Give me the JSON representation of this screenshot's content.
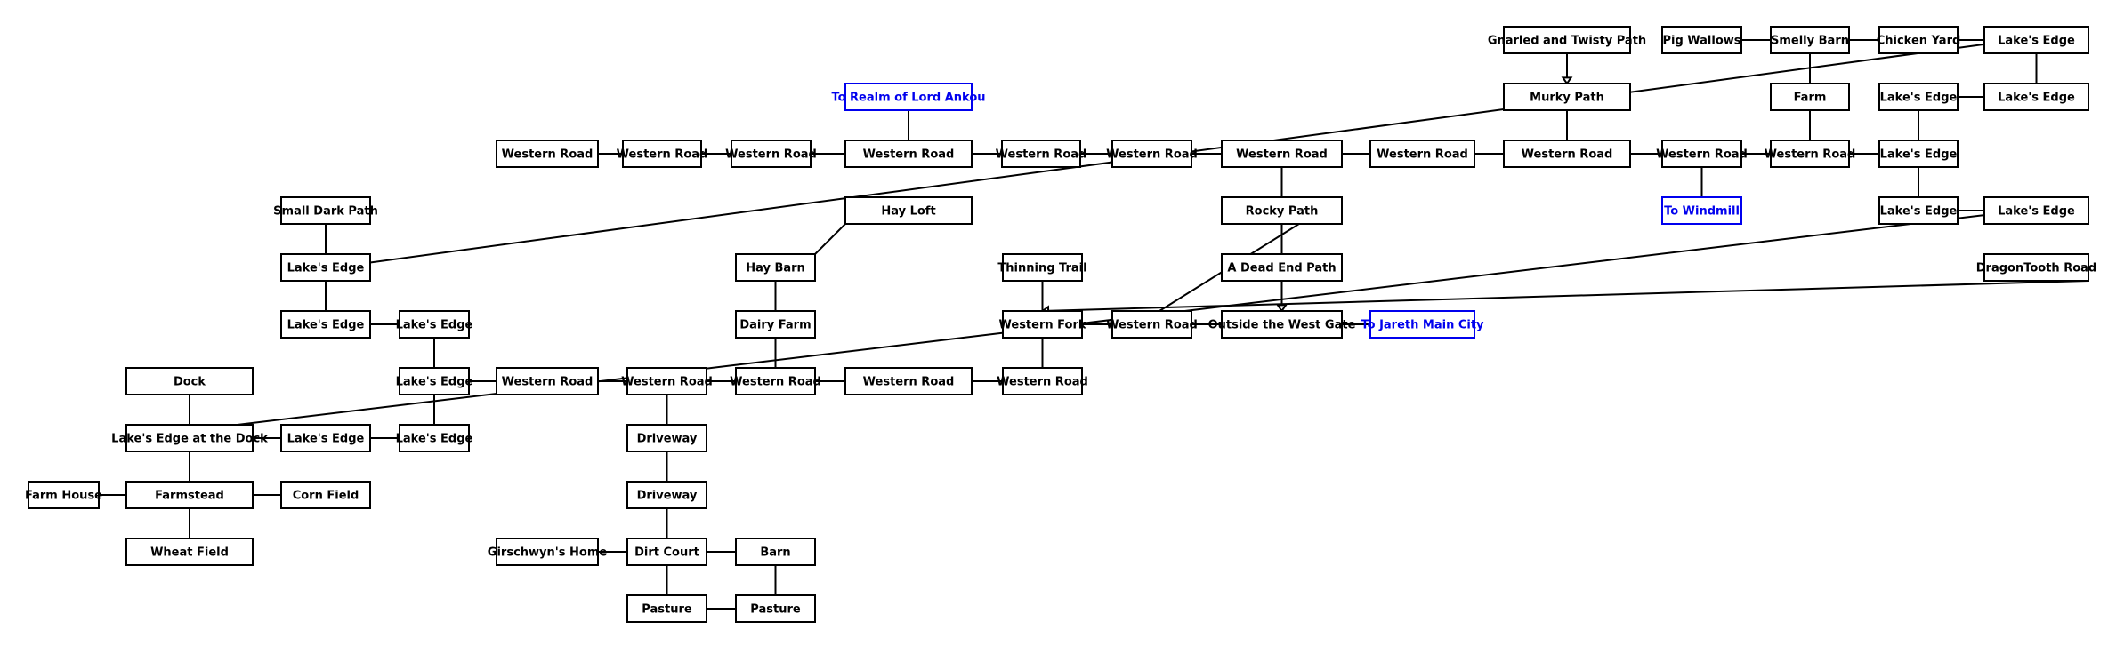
{
  "colors": {
    "room_border": "#000000",
    "link_border": "#0000ee",
    "link_text": "#0000ee",
    "background": "#ffffff"
  },
  "rooms": [
    {
      "id": "r1",
      "label": "Gnarled and Twisty Path",
      "link": false
    },
    {
      "id": "r2",
      "label": "Pig Wallows",
      "link": false
    },
    {
      "id": "r3",
      "label": "Smelly Barn",
      "link": false
    },
    {
      "id": "r4",
      "label": "Chicken Yard",
      "link": false
    },
    {
      "id": "r5",
      "label": "Lake's Edge",
      "link": false
    },
    {
      "id": "r6",
      "label": "To Realm of Lord Ankou",
      "link": true
    },
    {
      "id": "r7",
      "label": "Murky Path",
      "link": false
    },
    {
      "id": "r8",
      "label": "Farm",
      "link": false
    },
    {
      "id": "r9",
      "label": "Lake's Edge",
      "link": false
    },
    {
      "id": "r10",
      "label": "Lake's Edge",
      "link": false
    },
    {
      "id": "r11",
      "label": "Western Road",
      "link": false
    },
    {
      "id": "r12",
      "label": "Western Road",
      "link": false
    },
    {
      "id": "r13",
      "label": "Western Road",
      "link": false
    },
    {
      "id": "r14",
      "label": "Western Road",
      "link": false
    },
    {
      "id": "r15",
      "label": "Western Road",
      "link": false
    },
    {
      "id": "r16",
      "label": "Western Road",
      "link": false
    },
    {
      "id": "r17",
      "label": "Western Road",
      "link": false
    },
    {
      "id": "r18",
      "label": "Western Road",
      "link": false
    },
    {
      "id": "r19",
      "label": "Western Road",
      "link": false
    },
    {
      "id": "r20",
      "label": "Western Road",
      "link": false
    },
    {
      "id": "r21",
      "label": "Western Road",
      "link": false
    },
    {
      "id": "r22",
      "label": "Lake's Edge",
      "link": false
    },
    {
      "id": "r23",
      "label": "Small Dark Path",
      "link": false
    },
    {
      "id": "r24",
      "label": "Hay Loft",
      "link": false
    },
    {
      "id": "r25",
      "label": "Rocky Path",
      "link": false
    },
    {
      "id": "r26",
      "label": "To Windmill",
      "link": true
    },
    {
      "id": "r27",
      "label": "Lake's Edge",
      "link": false
    },
    {
      "id": "r28",
      "label": "Lake's Edge",
      "link": false
    },
    {
      "id": "r29",
      "label": "Lake's Edge",
      "link": false
    },
    {
      "id": "r30",
      "label": "Hay Barn",
      "link": false
    },
    {
      "id": "r31",
      "label": "Thinning Trail",
      "link": false
    },
    {
      "id": "r32",
      "label": "A Dead End Path",
      "link": false
    },
    {
      "id": "r33",
      "label": "DragonTooth Road",
      "link": false
    },
    {
      "id": "r34",
      "label": "Lake's Edge",
      "link": false
    },
    {
      "id": "r35",
      "label": "Lake's Edge",
      "link": false
    },
    {
      "id": "r36",
      "label": "Dairy Farm",
      "link": false
    },
    {
      "id": "r37",
      "label": "Western Fork",
      "link": false
    },
    {
      "id": "r38",
      "label": "Western Road",
      "link": false
    },
    {
      "id": "r39",
      "label": "Outside the West Gate",
      "link": false
    },
    {
      "id": "r40",
      "label": "To Jareth Main City",
      "link": true
    },
    {
      "id": "r41",
      "label": "Dock",
      "link": false
    },
    {
      "id": "r42",
      "label": "Lake's Edge",
      "link": false
    },
    {
      "id": "r43",
      "label": "Western Road",
      "link": false
    },
    {
      "id": "r44",
      "label": "Western Road",
      "link": false
    },
    {
      "id": "r45",
      "label": "Western Road",
      "link": false
    },
    {
      "id": "r46",
      "label": "Western Road",
      "link": false
    },
    {
      "id": "r47",
      "label": "Western Road",
      "link": false
    },
    {
      "id": "r48",
      "label": "Lake's Edge at the Dock",
      "link": false
    },
    {
      "id": "r49",
      "label": "Lake's Edge",
      "link": false
    },
    {
      "id": "r50",
      "label": "Lake's Edge",
      "link": false
    },
    {
      "id": "r51",
      "label": "Driveway",
      "link": false
    },
    {
      "id": "r52",
      "label": "Farm House",
      "link": false
    },
    {
      "id": "r53",
      "label": "Farmstead",
      "link": false
    },
    {
      "id": "r54",
      "label": "Corn Field",
      "link": false
    },
    {
      "id": "r55",
      "label": "Driveway",
      "link": false
    },
    {
      "id": "r56",
      "label": "Wheat Field",
      "link": false
    },
    {
      "id": "r57",
      "label": "Girschwyn's Home",
      "link": false
    },
    {
      "id": "r58",
      "label": "Dirt Court",
      "link": false
    },
    {
      "id": "r59",
      "label": "Barn",
      "link": false
    },
    {
      "id": "r60",
      "label": "Pasture",
      "link": false
    },
    {
      "id": "r61",
      "label": "Pasture",
      "link": false
    }
  ],
  "connections": [
    {
      "from": "r1",
      "to": "r7",
      "arrow": true
    },
    {
      "from": "r2",
      "to": "r3"
    },
    {
      "from": "r3",
      "to": "r4"
    },
    {
      "from": "r4",
      "to": "r5"
    },
    {
      "from": "r3",
      "to": "r8"
    },
    {
      "from": "r5",
      "to": "r10"
    },
    {
      "from": "r9",
      "to": "r10"
    },
    {
      "from": "r6",
      "to": "r14"
    },
    {
      "from": "r7",
      "to": "r19"
    },
    {
      "from": "r8",
      "to": "r21"
    },
    {
      "from": "r9",
      "to": "r22"
    },
    {
      "from": "r11",
      "to": "r12"
    },
    {
      "from": "r12",
      "to": "r13"
    },
    {
      "from": "r13",
      "to": "r14"
    },
    {
      "from": "r14",
      "to": "r15"
    },
    {
      "from": "r15",
      "to": "r16"
    },
    {
      "from": "r16",
      "to": "r17"
    },
    {
      "from": "r17",
      "to": "r18"
    },
    {
      "from": "r18",
      "to": "r19"
    },
    {
      "from": "r19",
      "to": "r20"
    },
    {
      "from": "r20",
      "to": "r21"
    },
    {
      "from": "r21",
      "to": "r22"
    },
    {
      "from": "r20",
      "to": "r26"
    },
    {
      "from": "r17",
      "to": "r25"
    },
    {
      "from": "r22",
      "to": "r27"
    },
    {
      "from": "r27",
      "to": "r28"
    },
    {
      "from": "r23",
      "to": "r29"
    },
    {
      "from": "r29",
      "to": "r34"
    },
    {
      "from": "r34",
      "to": "r35"
    },
    {
      "from": "r35",
      "to": "r42"
    },
    {
      "from": "r42",
      "to": "r43"
    },
    {
      "from": "r43",
      "to": "r44"
    },
    {
      "from": "r44",
      "to": "r45"
    },
    {
      "from": "r45",
      "to": "r46"
    },
    {
      "from": "r46",
      "to": "r47"
    },
    {
      "from": "r47",
      "to": "r37"
    },
    {
      "from": "r37",
      "to": "r31"
    },
    {
      "from": "r37",
      "to": "r38"
    },
    {
      "from": "r38",
      "to": "r39"
    },
    {
      "from": "r39",
      "to": "r40"
    },
    {
      "from": "r25",
      "to": "r32"
    },
    {
      "from": "r32",
      "to": "r39",
      "arrow": true
    },
    {
      "from": "r24",
      "to": "r30"
    },
    {
      "from": "r30",
      "to": "r36"
    },
    {
      "from": "r36",
      "to": "r45"
    },
    {
      "from": "r42",
      "to": "r50"
    },
    {
      "from": "r44",
      "to": "r51"
    },
    {
      "from": "r41",
      "to": "r48"
    },
    {
      "from": "r48",
      "to": "r49"
    },
    {
      "from": "r49",
      "to": "r50"
    },
    {
      "from": "r48",
      "to": "r53"
    },
    {
      "from": "r52",
      "to": "r53"
    },
    {
      "from": "r53",
      "to": "r54"
    },
    {
      "from": "r53",
      "to": "r56"
    },
    {
      "from": "r51",
      "to": "r55"
    },
    {
      "from": "r55",
      "to": "r58"
    },
    {
      "from": "r57",
      "to": "r58"
    },
    {
      "from": "r58",
      "to": "r59"
    },
    {
      "from": "r58",
      "to": "r60"
    },
    {
      "from": "r59",
      "to": "r61"
    },
    {
      "from": "r60",
      "to": "r61"
    },
    {
      "from": "r5",
      "to": "r29",
      "long": true
    },
    {
      "from": "r28",
      "to": "r48",
      "long": true
    },
    {
      "from": "r33",
      "to": "r37",
      "long": true,
      "arrow": true
    },
    {
      "from": "r25",
      "to": "r38",
      "long": true,
      "arrow": true
    }
  ]
}
